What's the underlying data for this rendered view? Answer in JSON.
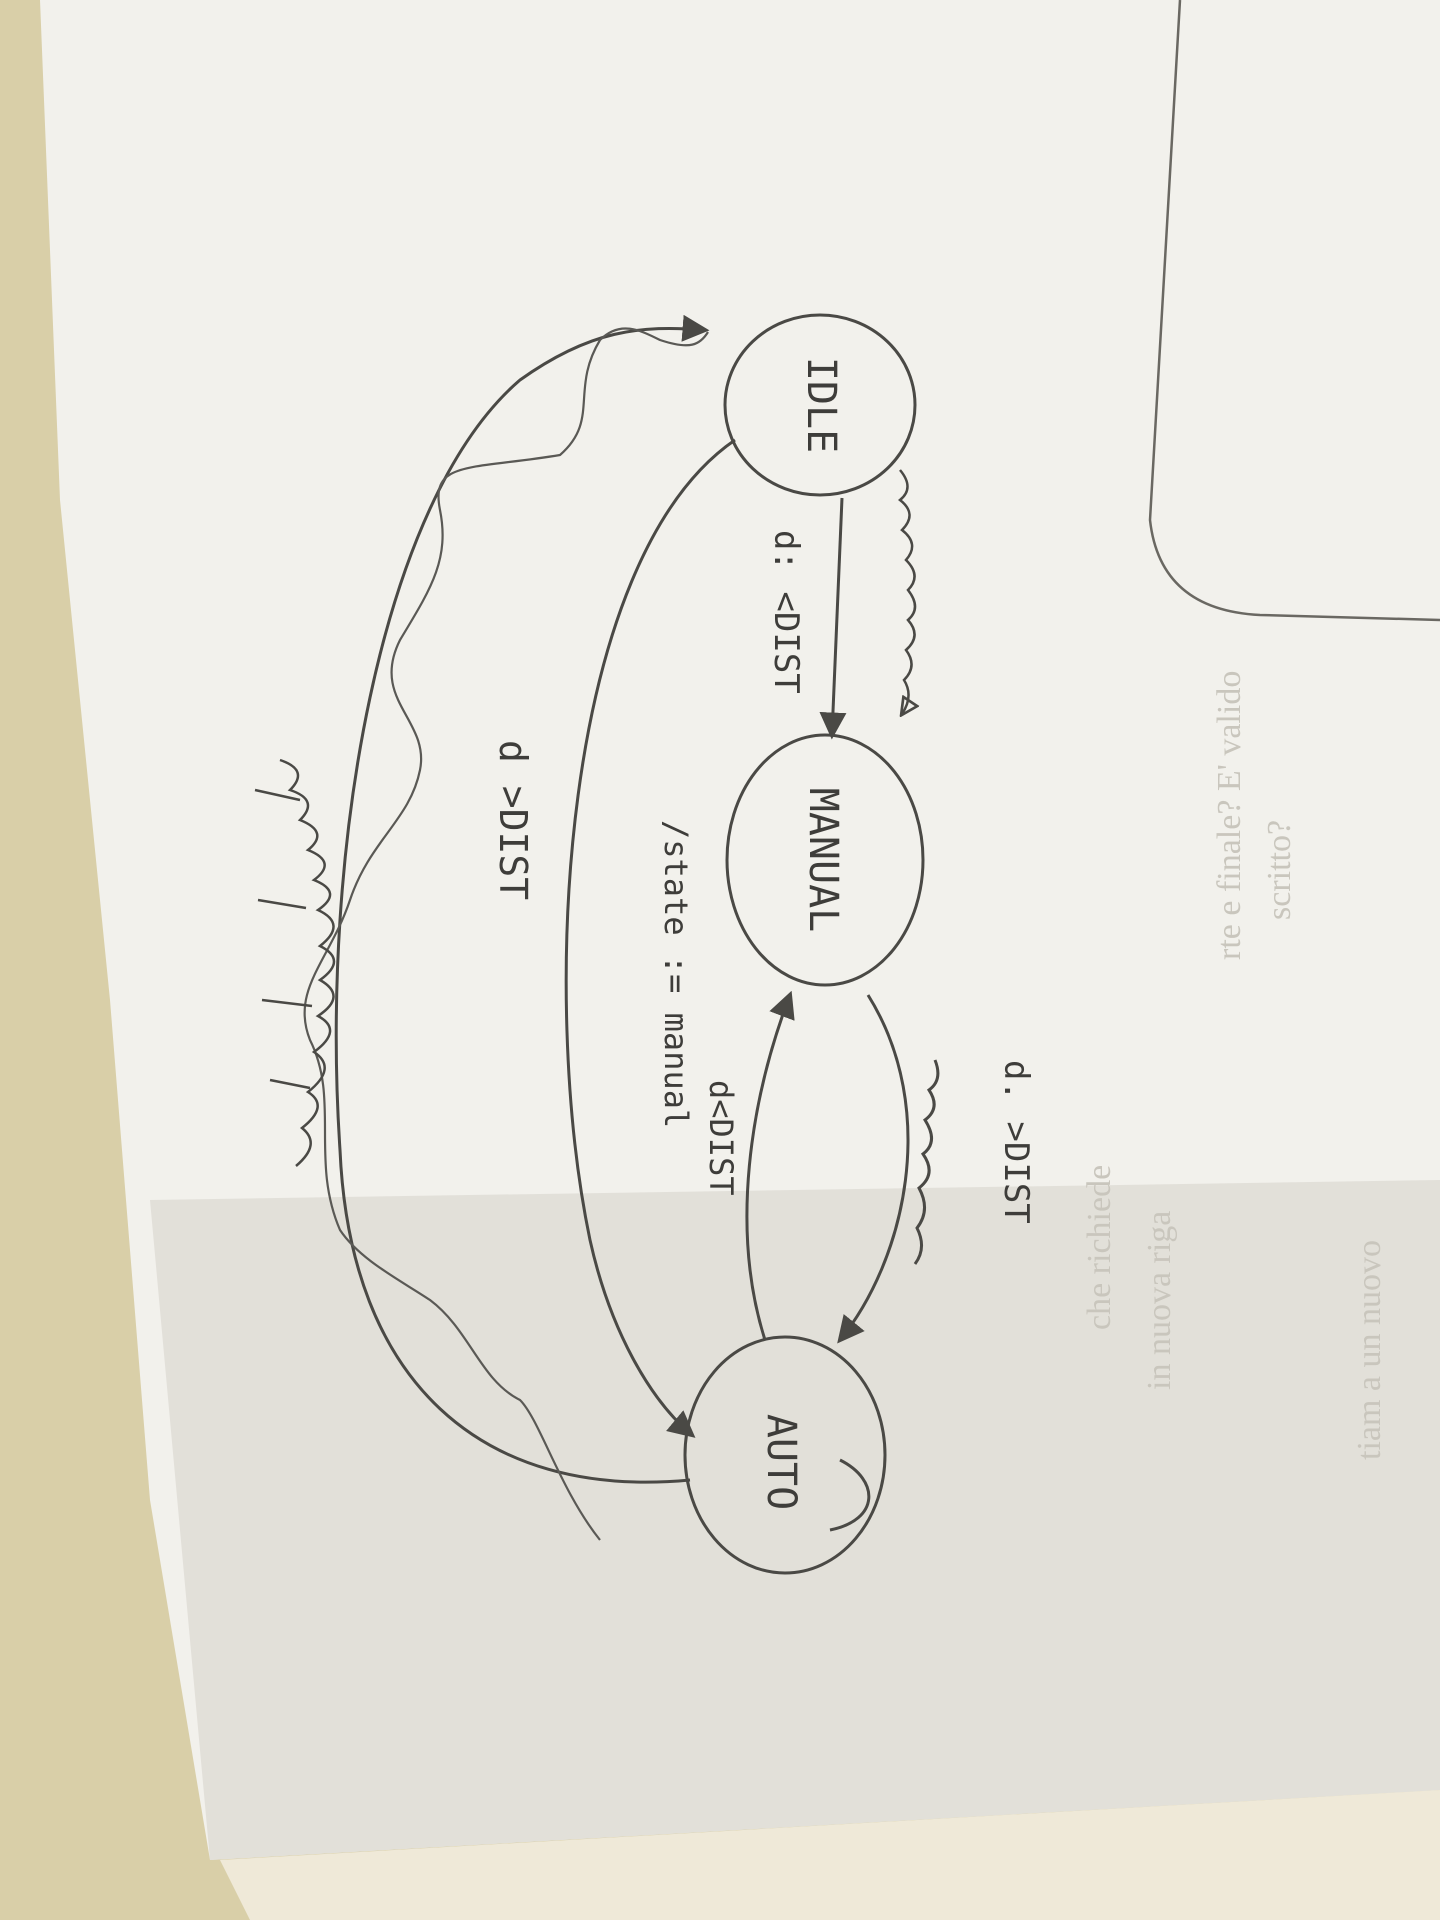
{
  "diagram": {
    "states": [
      {
        "id": "idle",
        "label": "IDLE"
      },
      {
        "id": "manual",
        "label": "MANUAL"
      },
      {
        "id": "auto",
        "label": "AUTO"
      }
    ],
    "transitions": [
      {
        "from": "idle",
        "to": "manual",
        "label": "d: <DIST"
      },
      {
        "from": "manual",
        "to": "auto",
        "label": "d. >DIST"
      },
      {
        "from": "auto",
        "to": "manual",
        "label": "d<DIST",
        "action": "/state := manual"
      },
      {
        "from": "idle",
        "to": "auto",
        "label": "d >DIST"
      },
      {
        "from": "auto",
        "to": "idle",
        "label": ""
      }
    ]
  },
  "background_text": [
    "rte e finale? E' valido",
    "scritto?",
    "che richiede",
    "in nuova riga",
    "tiam a un nuovo"
  ],
  "colors": {
    "paper": "#f3f2ee",
    "pencil": "#4a4945",
    "backdrop": "#d9cfa8"
  }
}
